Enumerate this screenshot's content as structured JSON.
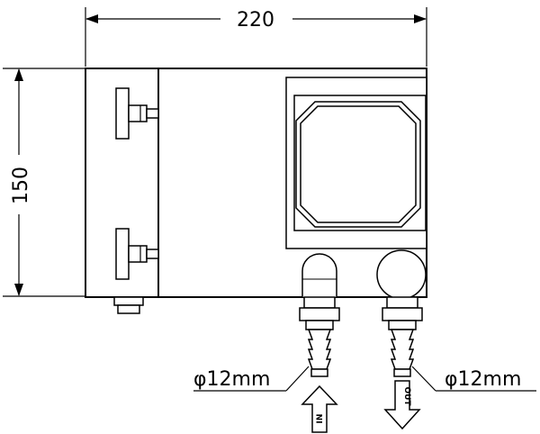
{
  "dimensions": {
    "width_label": "220",
    "height_label": "150"
  },
  "fittings": {
    "inlet_size_label": "φ12mm",
    "outlet_size_label": "φ12mm",
    "inlet_arrow_label": "IN",
    "outlet_arrow_label": "OUT"
  }
}
